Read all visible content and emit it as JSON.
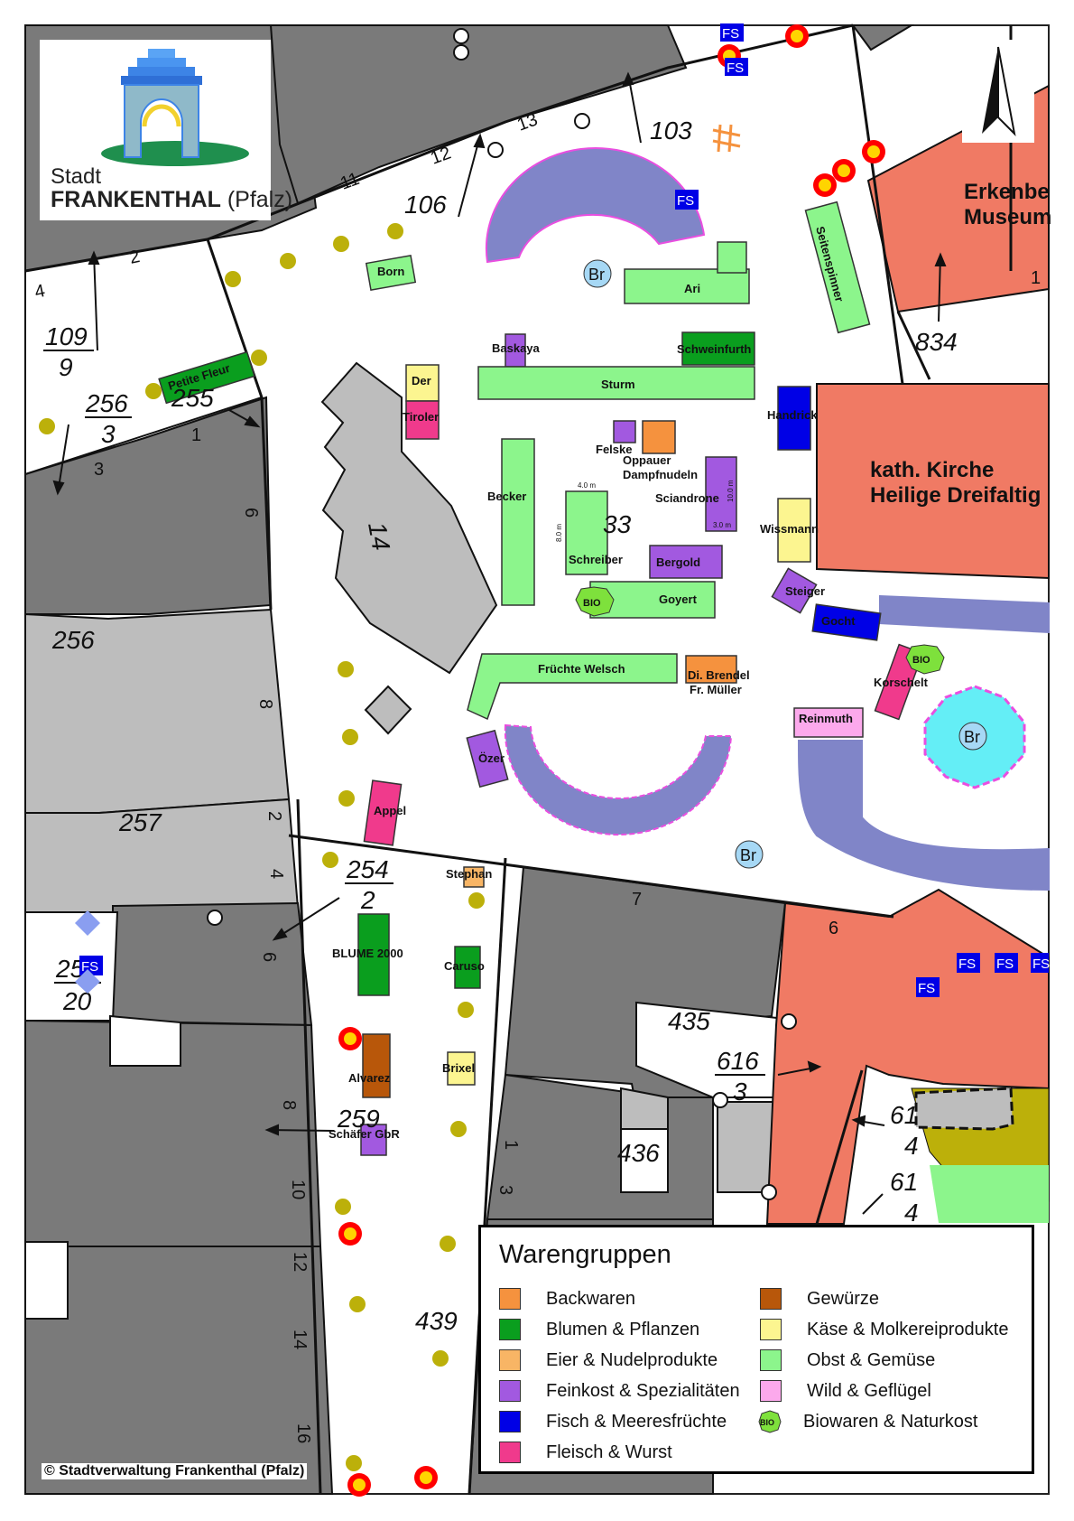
{
  "logo": {
    "line1": "Stadt",
    "line2_bold": "FRANKENTHAL",
    "line2_rest": " (Pfalz)"
  },
  "copyright": "© Stadtverwaltung Frankenthal (Pfalz)",
  "parcels": {
    "p103": "103",
    "p106": "106",
    "p109": "109",
    "p9": "9",
    "p256a": "256",
    "p3a": "3",
    "p255": "255",
    "p256b": "256",
    "p257": "257",
    "p254": "254",
    "p2a": "2",
    "p25": "25",
    "p20": "20",
    "p259": "259",
    "p1a": "1",
    "p33": "33",
    "p1b": "1",
    "p834": "834",
    "p435": "435",
    "p616": "616",
    "p3b": "3",
    "p436": "436",
    "p439": "439",
    "p61a": "61",
    "p4a": "4",
    "p61b": "61",
    "p4b": "4",
    "p14": "14"
  },
  "house_numbers": {
    "h13": "13",
    "h12": "12",
    "h11": "11",
    "h2a": "2",
    "h4a": "4",
    "h1a": "1",
    "h3a": "3",
    "h6a": "6",
    "h8a": "8",
    "h2b": "2",
    "h4b": "4",
    "h6b": "6",
    "h8b": "8",
    "h10": "10",
    "h12b": "12",
    "h14": "14",
    "h16": "16",
    "h7": "7",
    "h6c": "6",
    "h1b": "1",
    "h3b": "3",
    "h1c": "1"
  },
  "buildings": {
    "museum": "Erkenbe Museum",
    "museum1": "Erkenbe",
    "museum2": "Museum",
    "church1": "kath. Kirche",
    "church2": "Heilige Dreifaltig"
  },
  "markers": {
    "br": "Br",
    "fs": "FS",
    "bio": "BIO"
  },
  "stalls": {
    "born": "Born",
    "ari": "Ari",
    "seitenspinner": "Seitenspinner",
    "petite_fleur": "Petite Fleur",
    "baskaya": "Baskaya",
    "schweinfurth": "Schweinfurth",
    "sturm": "Sturm",
    "der": "Der",
    "tiroler": "Tiroler",
    "handrick": "Handrick",
    "felske": "Felske",
    "oppauer1": "Oppauer",
    "oppauer2": "Dampfnudeln",
    "becker": "Becker",
    "sciandrone": "Sciandrone",
    "schreiber": "Schreiber",
    "bergold": "Bergold",
    "wissmann": "Wissmann",
    "goyert": "Goyert",
    "steiger": "Steiger",
    "gocht": "Gocht",
    "fruechte_welsch": "Früchte Welsch",
    "brendel1": "Di. Brendel",
    "brendel2": "Fr. Müller",
    "korschelt": "Korschelt",
    "reinmuth": "Reinmuth",
    "oezer": "Özer",
    "appel": "Appel",
    "stephan": "Stephan",
    "blume": "BLUME 2000",
    "caruso": "Caruso",
    "alvarez": "Alvarez",
    "brixel": "Brixel",
    "schaefer": "Schäfer GbR"
  },
  "dims": {
    "d4": "4.0 m",
    "d8": "8.0 m",
    "d10": "10.0 m",
    "d3": "3.0 m"
  },
  "legend": {
    "title": "Warengruppen",
    "items": [
      {
        "label": "Backwaren",
        "color": "#f5923e"
      },
      {
        "label": "Blumen & Pflanzen",
        "color": "#0a9e1e"
      },
      {
        "label": "Eier & Nudelprodukte",
        "color": "#f8b565"
      },
      {
        "label": "Feinkost & Spezialitäten",
        "color": "#a259e0"
      },
      {
        "label": "Fisch & Meeresfrüchte",
        "color": "#0000e6"
      },
      {
        "label": "Fleisch & Wurst",
        "color": "#f03a8c"
      },
      {
        "label": "Gewürze",
        "color": "#b8570a"
      },
      {
        "label": "Käse & Molkereiprodukte",
        "color": "#fcf590"
      },
      {
        "label": "Obst & Gemüse",
        "color": "#8cf58c"
      },
      {
        "label": "Wild & Geflügel",
        "color": "#fca9ec"
      },
      {
        "label": "Biowaren & Naturkost",
        "color": "#7ee13c",
        "icon": "BIO"
      }
    ]
  }
}
